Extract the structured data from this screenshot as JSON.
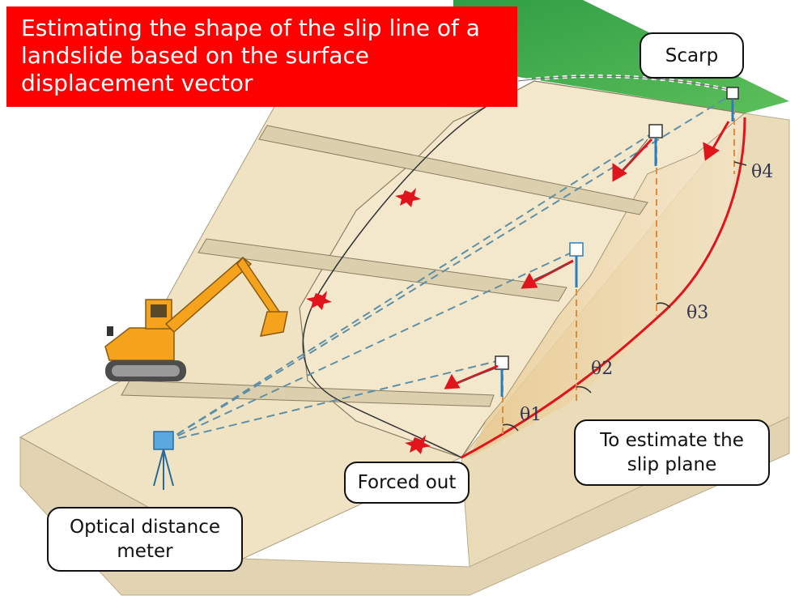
{
  "title": "Estimating the shape of the slip line of a\nlandslide based on the surface\ndisplacement vector",
  "callouts": {
    "scarp": "Scarp",
    "forced_out": "Forced out",
    "optical_meter": "Optical distance\nmeter",
    "estimate": "To estimate the\nslip plane"
  },
  "angles": {
    "theta1": "θ1",
    "theta2": "θ2",
    "theta3": "θ3",
    "theta4": "θ4"
  },
  "colors": {
    "title_bg": "#ff0000",
    "slip_line": "#e0141c",
    "vector": "#e0141c",
    "sightline": "#5e8fa8",
    "grass": "#3aa548",
    "soil": "#efe3c4",
    "excavator": "#f5a31c"
  },
  "icons": {
    "excavator": "excavator-icon",
    "meter": "optical-distance-meter-icon",
    "marker": "survey-marker-icon"
  }
}
